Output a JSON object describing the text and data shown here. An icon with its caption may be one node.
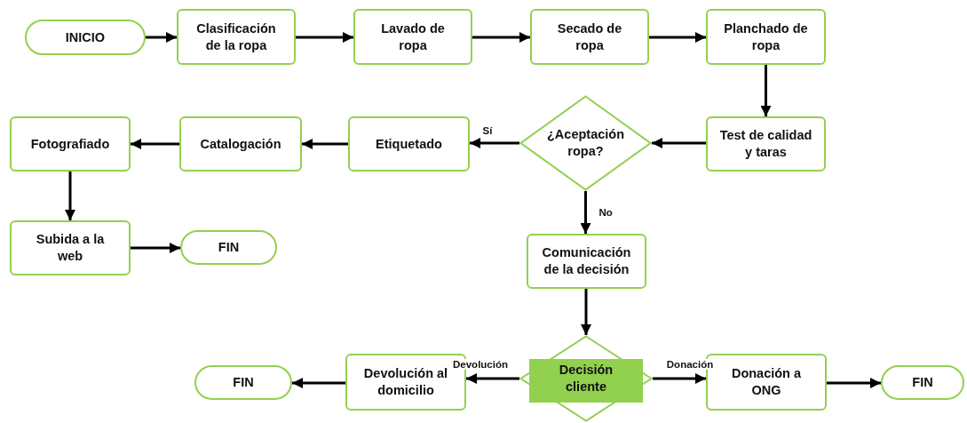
{
  "diagram": {
    "nodes": [
      {
        "text": [
          "INICIO"
        ]
      },
      {
        "text": [
          "Clasificación de la ropa"
        ]
      },
      {
        "text": [
          "Lavado de ropa"
        ]
      },
      {
        "text": [
          "Secado de ropa"
        ]
      },
      {
        "text": [
          "Planchado de ropa"
        ]
      },
      {
        "text": [
          "Test de calidad y taras"
        ]
      },
      {
        "text": [
          "¿Aceptación ropa?"
        ]
      },
      {
        "text": [
          "Etiquetado"
        ]
      },
      {
        "text": [
          "Catalogación"
        ]
      },
      {
        "text": [
          "Fotografiado"
        ]
      },
      {
        "text": [
          "Subida a la web"
        ]
      },
      {
        "text": [
          "FIN"
        ]
      },
      {
        "text": [
          "Comunicación de la decisión"
        ]
      },
      {
        "text": [
          "Decisión cliente"
        ]
      },
      {
        "text": [
          "Devolución al domicilio"
        ]
      },
      {
        "text": [
          "FIN"
        ]
      },
      {
        "text": [
          "Donación a ONG"
        ]
      },
      {
        "text": [
          "FIN"
        ]
      }
    ],
    "edges": [
      {
        "from": 0,
        "to": 1,
        "arrow": "to"
      },
      {
        "from": 1,
        "to": 2,
        "arrow": "to"
      },
      {
        "from": 2,
        "to": 3,
        "arrow": "to"
      },
      {
        "from": 3,
        "to": 4,
        "arrow": "to"
      },
      {
        "from": 4,
        "to": 5,
        "arrow": "to"
      },
      {
        "from": 5,
        "to": 6,
        "arrow": "to"
      },
      {
        "from": 6,
        "to": 7,
        "arrow": "to",
        "label": "Sí"
      },
      {
        "from": 7,
        "to": 8,
        "arrow": "to"
      },
      {
        "from": 8,
        "to": 9,
        "arrow": "to"
      },
      {
        "from": 9,
        "to": 10,
        "arrow": "to"
      },
      {
        "from": 10,
        "to": 11,
        "arrow": "to"
      },
      {
        "from": 6,
        "to": 12,
        "arrow": "to",
        "label": "No"
      },
      {
        "from": 12,
        "to": 13,
        "arrow": "to"
      },
      {
        "from": 13,
        "to": 14,
        "arrow": "to",
        "label": "Devolución"
      },
      {
        "from": 14,
        "to": 15,
        "arrow": "to"
      },
      {
        "from": 13,
        "to": 16,
        "arrow": "to",
        "label": "Donación"
      },
      {
        "from": 16,
        "to": 17,
        "arrow": "to"
      }
    ]
  }
}
